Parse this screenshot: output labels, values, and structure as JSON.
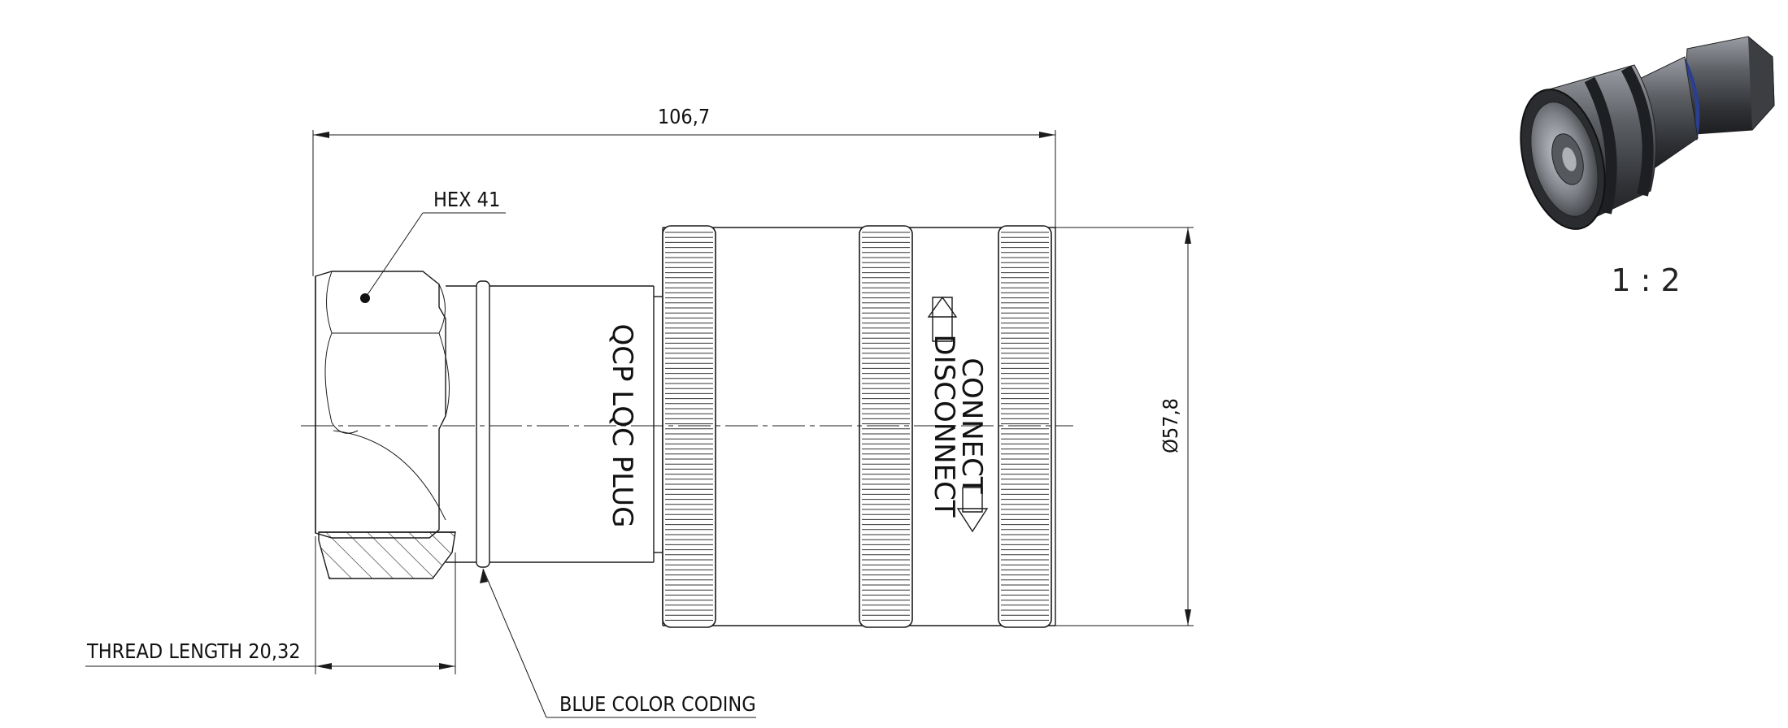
{
  "dimensions": {
    "overall_length": "106,7",
    "diameter": "Ø57,8"
  },
  "callouts": {
    "hex": "HEX 41",
    "thread_length": "THREAD LENGTH 20,32",
    "color_coding": "BLUE COLOR CODING"
  },
  "body_labels": {
    "product": "QCP LQC PLUG",
    "connect": "CONNECT",
    "disconnect": "DISCONNECT"
  },
  "scale": "1 : 2",
  "colors": {
    "line": "#1a1a1a",
    "render_body": "#5a5d62",
    "render_dark": "#2a2c30",
    "color_coding_ring": "#2b3f8f"
  }
}
